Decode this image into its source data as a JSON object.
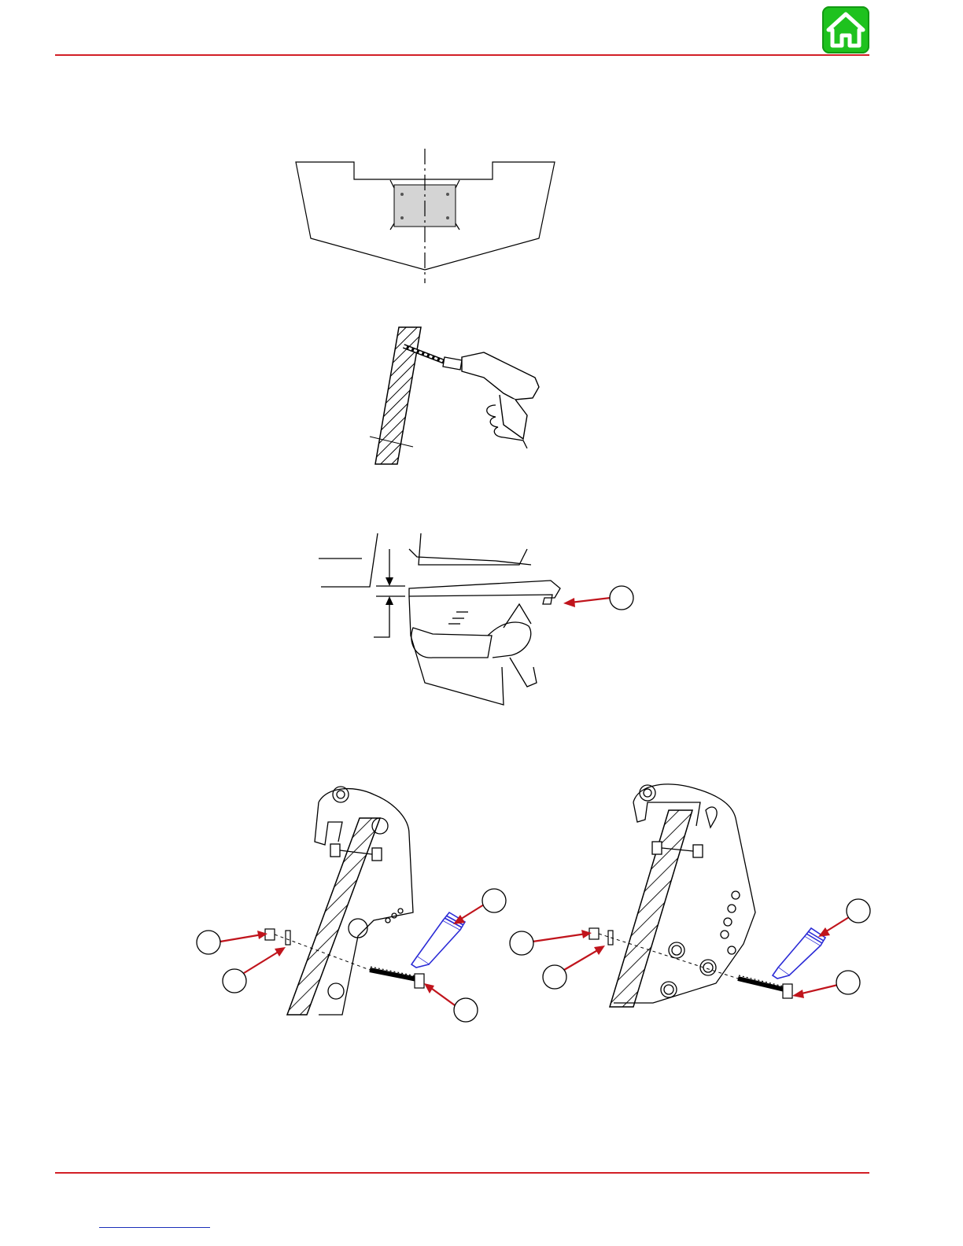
{
  "header": {
    "home_icon": "home-icon",
    "home_color": "#1ec21e"
  },
  "colors": {
    "rule": "#d21f26",
    "callout_arrow": "#c0141c",
    "sealant_tube": "#2a2ad6",
    "link": "#1a2fb8"
  },
  "figures": [
    {
      "name": "transom-centerline-template",
      "icon": "transom-template-icon"
    },
    {
      "name": "drilling-transom",
      "icon": "drill-icon"
    },
    {
      "name": "anti-ventilation-plate-height",
      "icon": "gearcase-icon"
    },
    {
      "name": "clamp-bracket-bolts-left",
      "icon": "clamp-bracket-icon"
    },
    {
      "name": "clamp-bracket-bolts-right",
      "icon": "clamp-bracket-icon"
    }
  ],
  "callouts": {
    "fig3": [
      "",
      ""
    ],
    "left_bracket": [
      "",
      "",
      "",
      ""
    ],
    "right_bracket": [
      "",
      "",
      "",
      ""
    ]
  },
  "footer": {
    "link_text": ""
  }
}
